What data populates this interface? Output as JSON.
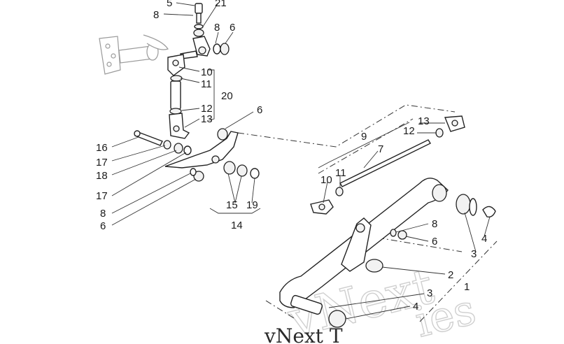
{
  "diagram": {
    "callouts": {
      "n5": "5",
      "n21": "21",
      "n8a": "8",
      "n8b": "8",
      "n6a": "6",
      "n10a": "10",
      "n11a": "11",
      "n20": "20",
      "n12a": "12",
      "n13a": "13",
      "n6b": "6",
      "n16": "16",
      "n17a": "17",
      "n18": "18",
      "n17b": "17",
      "n8c": "8",
      "n6c": "6",
      "n15": "15",
      "n19": "19",
      "n14": "14",
      "n9": "9",
      "n13b": "13",
      "n12b": "12",
      "n7": "7",
      "n10b": "10",
      "n11b": "11",
      "n8d": "8",
      "n6d": "6",
      "n3a": "3",
      "n4a": "4",
      "n2": "2",
      "n1": "1",
      "n3b": "3",
      "n4b": "4"
    },
    "watermark": {
      "text": "vNext T",
      "ghost_text": "vNext",
      "ghost_suffix": "ies"
    }
  }
}
